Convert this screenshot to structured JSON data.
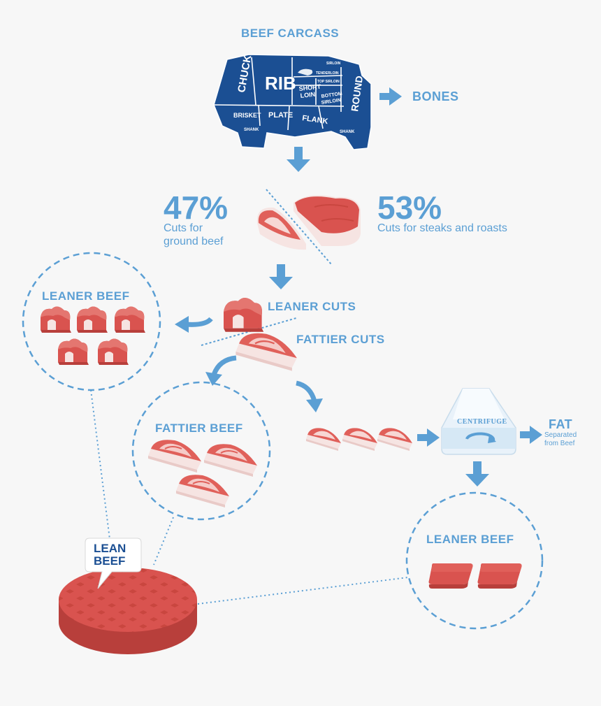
{
  "carcass": {
    "title": "BEEF CARCASS",
    "cuts": {
      "chuck": "CHUCK",
      "rib": "RIB",
      "short_loin": "SHORT LOIN",
      "sirloin": "SIRLOIN",
      "tenderloin": "TENDERLOIN",
      "top_sirloin": "TOP SIRLOIN",
      "bottom_sirloin": "BOTTOM SIRLOIN",
      "round": "ROUND",
      "brisket": "BRISKET",
      "plate": "PLATE",
      "flank": "FLANK",
      "shank": "SHANK"
    },
    "color": "#1b4f93"
  },
  "bones_label": "BONES",
  "split": {
    "left_pct": "47%",
    "left_desc_1": "Cuts for",
    "left_desc_2": "ground beef",
    "right_pct": "53%",
    "right_desc": "Cuts for steaks and roasts"
  },
  "leaner_cuts_label": "LEANER CUTS",
  "fattier_cuts_label": "FATTIER CUTS",
  "leaner_beef_label": "LEANER BEEF",
  "fattier_beef_label": "FATTIER BEEF",
  "centrifuge_label": "CENTRIFUGE",
  "fat": {
    "label": "FAT",
    "desc_1": "Separated",
    "desc_2": "from Beef"
  },
  "leaner_beef_result_label": "LEANER BEEF",
  "lean_beef_badge": {
    "line1": "LEAN",
    "line2": "BEEF"
  },
  "colors": {
    "accent": "#5b9fd4",
    "meat": "#d9534f",
    "fat": "#f6e4e2",
    "navy": "#1b4f93"
  }
}
